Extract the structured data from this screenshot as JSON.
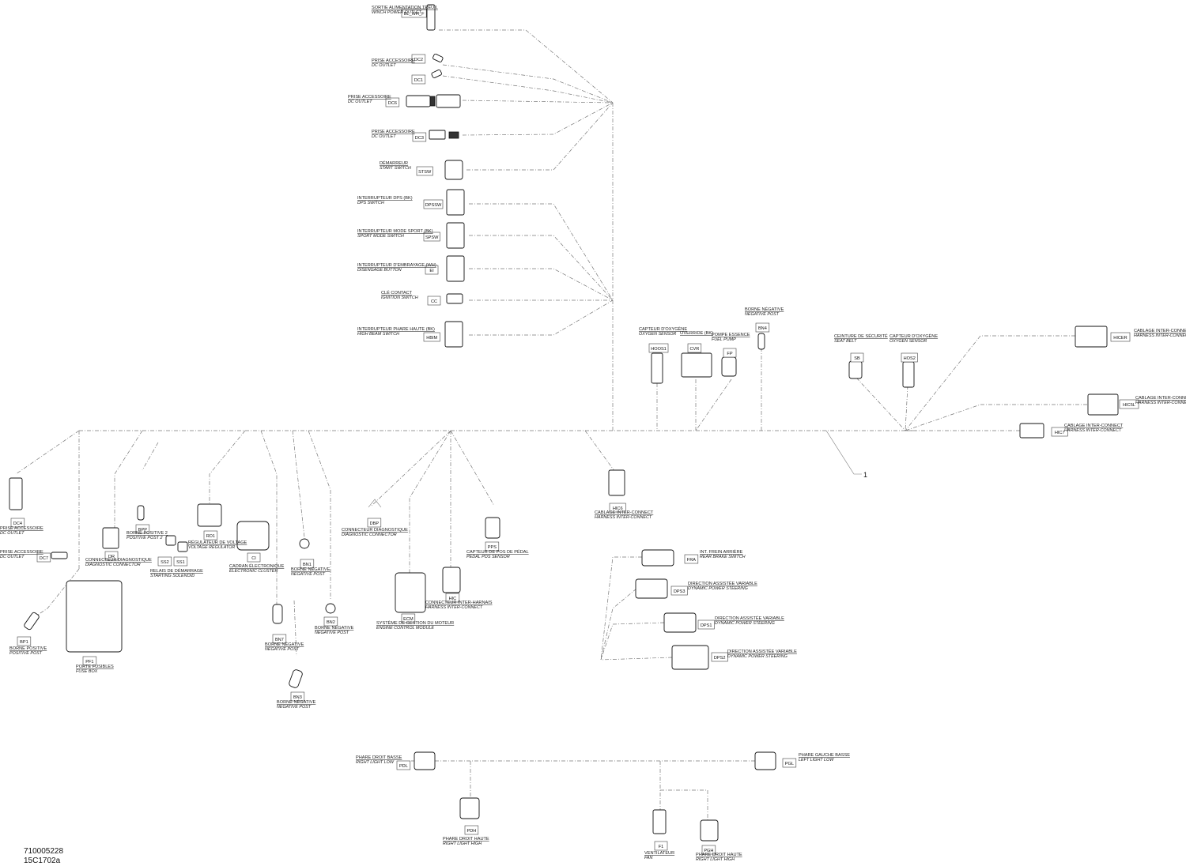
{
  "diagram": {
    "callout": "1",
    "footer": {
      "part_number": "710005228",
      "drawing_code": "15C1702a"
    },
    "connectors": [
      {
        "id": "winch",
        "code": "BL_WH_F",
        "fr": "SORTIE ALIMENTATION TREUIL",
        "en": "WINCH POWER OUTLET"
      },
      {
        "id": "dc2",
        "code": "DC2",
        "fr": "PRISE ACCESSOIRE",
        "en": "DC OUTLET"
      },
      {
        "id": "dc1",
        "code": "DC1",
        "fr": "",
        "en": ""
      },
      {
        "id": "dc6",
        "code": "DC6",
        "fr": "PRISE ACCESSOIRE",
        "en": "DC OUTLET"
      },
      {
        "id": "dc3",
        "code": "DC3",
        "fr": "PRISE ACCESSOIRE",
        "en": "DC OUTLET"
      },
      {
        "id": "stsw",
        "code": "STSW",
        "fr": "DÉMARREUR",
        "en": "START SWITCH"
      },
      {
        "id": "dpssw",
        "code": "DPSSW",
        "fr": "INTERRUPTEUR DPS (BK)",
        "en": "DPS SWITCH"
      },
      {
        "id": "spsw",
        "code": "SPSW",
        "fr": "INTERRUPTEUR MODE SPORT (BK)",
        "en": "SPORT MODE SWITCH"
      },
      {
        "id": "ei",
        "code": "EI",
        "fr": "INTERRUPTEUR D'EMBRAYAGE (WH)",
        "en": "DISENGAGE BUTTON"
      },
      {
        "id": "cc",
        "code": "CC",
        "fr": "CLÉ CONTACT",
        "en": "IGNITION SWITCH"
      },
      {
        "id": "hbim",
        "code": "HBIM",
        "fr": "INTERRUPTEUR PHARE HAUTE (BK)",
        "en": "HIGH BEAM SWITCH"
      },
      {
        "id": "hoos1",
        "code": "HOOS1",
        "fr": "CAPTEUR D'OXYGÈNE",
        "en": "OXYGEN SENSOR"
      },
      {
        "id": "cvr",
        "code": "CVR",
        "fr": "OVERRIDE (BK)",
        "en": ""
      },
      {
        "id": "fp",
        "code": "FP",
        "fr": "POMPE ESSENCE",
        "en": "FUEL PUMP"
      },
      {
        "id": "bn4",
        "code": "BN4",
        "fr": "BORNE NÉGATIVE",
        "en": "NEGATIVE POST"
      },
      {
        "id": "sb",
        "code": "SB",
        "fr": "CEINTURE DE SÉCURITÉ",
        "en": "SEAT BELT"
      },
      {
        "id": "hos2",
        "code": "HOS2",
        "fr": "CAPTEUR D'OXYGÈNE",
        "en": "OXYGEN SENSOR"
      },
      {
        "id": "hicer",
        "code": "HICER",
        "fr": "CABLAGE INTER-CONNECT",
        "en": "HARNESS INTER-CONNECT"
      },
      {
        "id": "hic5l",
        "code": "HIC5L",
        "fr": "CABLAGE INTER-CONNECT",
        "en": "HARNESS INTER-CONNECT"
      },
      {
        "id": "hic7",
        "code": "HIC7",
        "fr": "CABLAGE INTER-CONNECT",
        "en": "HARNESS INTER-CONNECT"
      },
      {
        "id": "hc6",
        "code": "HIC6",
        "fr": "CABLAGE INTER-CONNECT",
        "en": "HARNESS INTER-CONNECT"
      },
      {
        "id": "fra",
        "code": "FRA",
        "fr": "INT. FREIN ARRIÈRE",
        "en": "REAR BRAKE SWITCH"
      },
      {
        "id": "dps3",
        "code": "DPS3",
        "fr": "DIRECTION ASSISTÉE VARIABLE",
        "en": "DYNAMIC POWER STEERING"
      },
      {
        "id": "dps1",
        "code": "DPS1",
        "fr": "DIRECTION ASSISTÉE VARIABLE",
        "en": "DYNAMIC POWER STEERING"
      },
      {
        "id": "dps2",
        "code": "DPS2",
        "fr": "DIRECTION ASSISTÉE VARIABLE",
        "en": "DYNAMIC POWER STEERING"
      },
      {
        "id": "dc4",
        "code": "DC4",
        "fr": "PRISE ACCESSOIRE",
        "en": "DC OUTLET"
      },
      {
        "id": "dc7",
        "code": "DC7",
        "fr": "PRISE ACCESSOIRE",
        "en": "DC OUTLET"
      },
      {
        "id": "bp1",
        "code": "BP1",
        "fr": "BORNE POSITIVE",
        "en": "POSITIVE POST"
      },
      {
        "id": "dr",
        "code": "DR",
        "fr": "CONNECTEUR DIAGNOSTIQUE",
        "en": "DIAGNOSTIC CONNECTOR"
      },
      {
        "id": "pf1",
        "code": "PF1",
        "fr": "PORTE FUSIBLES",
        "en": "FUSE BOX"
      },
      {
        "id": "bpp",
        "code": "BPP",
        "fr": "BORNE POSITIVE 2",
        "en": "POSITIVE POST 2"
      },
      {
        "id": "ss2",
        "code": "SS2",
        "fr": "",
        "en": ""
      },
      {
        "id": "ss1",
        "code": "SS1",
        "fr": "RELAIS DE DÉMARRAGE",
        "en": "STARTING SOLENOID"
      },
      {
        "id": "rd1",
        "code": "RD1",
        "fr": "RÉGULATEUR DE VOLTAGE",
        "en": "VOLTAGE REGULATOR"
      },
      {
        "id": "ci",
        "code": "CI",
        "fr": "CADRAN ÉLECTRONIQUE",
        "en": "ELECTRONIC CLUSTER"
      },
      {
        "id": "bn1",
        "code": "BN1",
        "fr": "BORNE NÉGATIVE",
        "en": "NEGATIVE POST"
      },
      {
        "id": "bn2",
        "code": "BN2",
        "fr": "BORNE NÉGATIVE",
        "en": "NEGATIVE POST"
      },
      {
        "id": "bn7",
        "code": "BN7",
        "fr": "BORNE NÉGATIVE",
        "en": "NEGATIVE POST"
      },
      {
        "id": "bn3",
        "code": "BN3",
        "fr": "BORNE NÉGATIVE",
        "en": "NEGATIVE POST"
      },
      {
        "id": "dbp",
        "code": "DBP",
        "fr": "CONNECTEUR DIAGNOSTIQUE",
        "en": "DIAGNOSTIC CONNECTOR"
      },
      {
        "id": "ecm",
        "code": "ECM",
        "fr": "SYSTÈME DE GESTION DU MOTEUR",
        "en": "ENGINE CONTROL MODULE"
      },
      {
        "id": "hic",
        "code": "HIC",
        "fr": "CONNECTEUR INTER-HARNAIS",
        "en": "HARNESS INTER-CONNECT"
      },
      {
        "id": "pps",
        "code": "PPS",
        "fr": "CAPTEUR DE POS DE PÉDAL",
        "en": "PEDAL POS SENSOR"
      },
      {
        "id": "pdl",
        "code": "PDL",
        "fr": "PHARE DROIT BASSE",
        "en": "RIGHT LIGHT LOW"
      },
      {
        "id": "pgl",
        "code": "PGL",
        "fr": "PHARE GAUCHE BASSE",
        "en": "LEFT LIGHT LOW"
      },
      {
        "id": "pdh",
        "code": "PDH",
        "fr": "PHARE DROIT HAUTE",
        "en": "RIGHT LIGHT HIGH"
      },
      {
        "id": "f1",
        "code": "F1",
        "fr": "VENTILATEUR",
        "en": "FAN"
      },
      {
        "id": "pgh",
        "code": "PGH",
        "fr": "PHARE DROIT HAUTE",
        "en": "RIGHT LIGHT HIGH"
      }
    ]
  }
}
